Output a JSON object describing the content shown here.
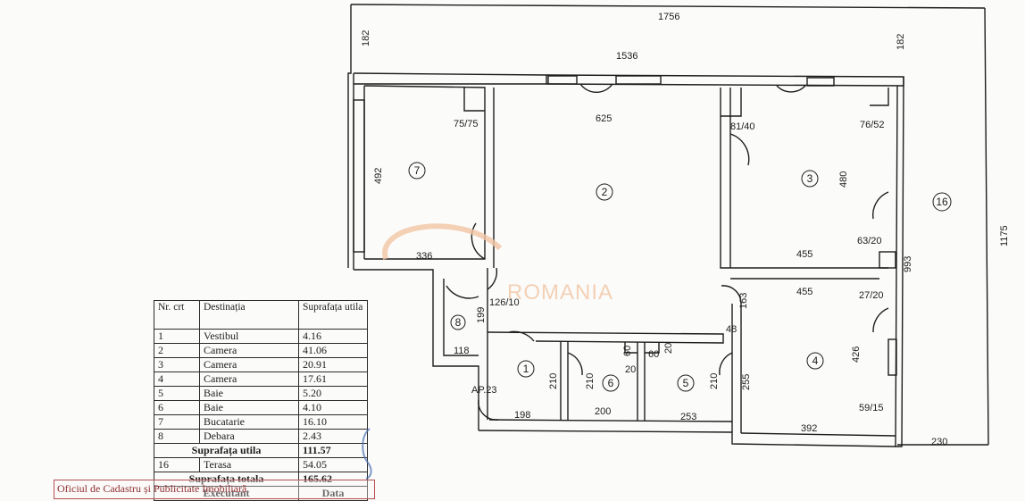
{
  "dimensions": {
    "total_width": "1756",
    "inner_width": "1536",
    "top_left_offset": "182",
    "top_right_offset": "182",
    "right_height": "1175",
    "right_mid_height": "993",
    "bottom_right": "230",
    "room7_height": "492",
    "room7_niche": "75/75",
    "room7_width": "336",
    "room2_width": "625",
    "room3_niche_left": "81/40",
    "room3_niche_right": "76/52",
    "room3_height": "480",
    "room3_width": "455",
    "room3_door": "63/20",
    "room4_width_top": "455",
    "room4_door": "27/20",
    "room4_height": "426",
    "room4_niche": "59/15",
    "room4_width_bottom": "392",
    "corridor_163": "163",
    "corridor_48": "48",
    "room4_left": "255",
    "opening_126": "126/10",
    "room8_height": "199",
    "room8_width": "118",
    "room1_height": "210",
    "room1_width": "198",
    "room6_height": "210",
    "room6_width": "200",
    "room6_top_a": "60",
    "room6_top_b": "20",
    "room5_top_a": "60",
    "room5_top_b": "20",
    "room5_height": "210",
    "room5_width": "253",
    "apartment_label": "AP.23"
  },
  "room_labels": [
    "1",
    "2",
    "3",
    "4",
    "5",
    "6",
    "7",
    "8",
    "16"
  ],
  "watermark": "ROMANIA",
  "table": {
    "headers": {
      "nr": "Nr. crt",
      "destinatia": "Destinația",
      "suprafata": "Suprafața utila"
    },
    "rows": [
      {
        "nr": "1",
        "name": "Vestibul",
        "area": "4.16"
      },
      {
        "nr": "2",
        "name": "Camera",
        "area": "41.06"
      },
      {
        "nr": "3",
        "name": "Camera",
        "area": "20.91"
      },
      {
        "nr": "4",
        "name": "Camera",
        "area": "17.61"
      },
      {
        "nr": "5",
        "name": "Baie",
        "area": "5.20"
      },
      {
        "nr": "6",
        "name": "Baie",
        "area": "4.10"
      },
      {
        "nr": "7",
        "name": "Bucatarie",
        "area": "16.10"
      },
      {
        "nr": "8",
        "name": "Debara",
        "area": "2.43"
      }
    ],
    "subtotal_label": "Suprafața utila",
    "subtotal_value": "111.57",
    "terrace": {
      "nr": "16",
      "name": "Terasa",
      "area": "54.05"
    },
    "total_label": "Suprafața totala",
    "total_value": "165.62",
    "footer_left": "Executant",
    "footer_right": "Data"
  },
  "stamp_text": "Oficiul de Cadastru și Publicitate Imobiliară",
  "colors": {
    "line": "#1d1d1d",
    "watermark": "#f2c6a4",
    "stamp": "#8e3030"
  }
}
